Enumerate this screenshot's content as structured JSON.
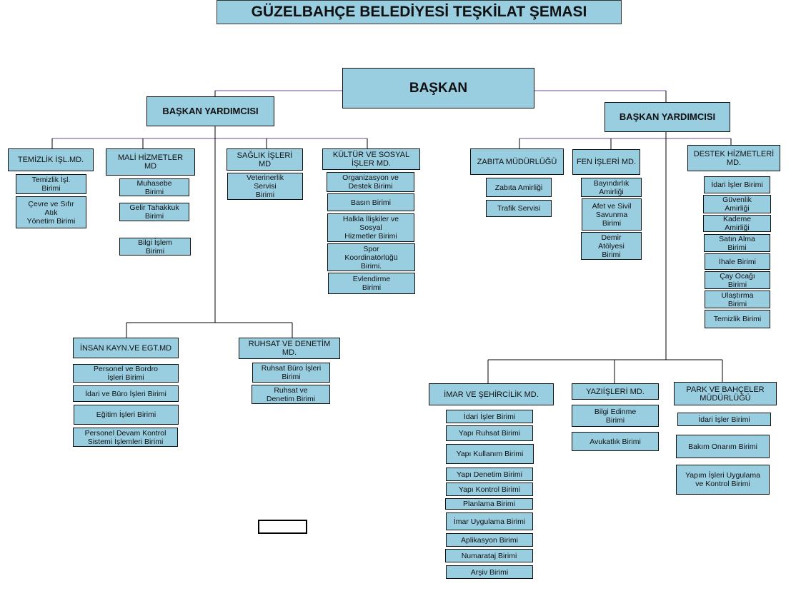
{
  "title": "GÜZELBAHÇE BELEDİYESİ TEŞKİLAT ŞEMASI",
  "president": "BAŞKAN",
  "left": {
    "vp": "BAŞKAN  YARDIMCISI",
    "temizlik": {
      "title": "TEMİZLİK  İŞL.MD.",
      "units": [
        "Temizlik  İşl.\nBirimi",
        "Çevre ve Sıfır\nAtık\nYönetim Birimi"
      ]
    },
    "mali": {
      "title": "MALİ HİZMETLER\nMD",
      "units": [
        "Muhasebe\nBirimi",
        "Gelir Tahakkuk\nBirimi",
        "Bilgi İşlem\nBirimi"
      ]
    },
    "saglik": {
      "title": "SAĞLIK İŞLERİ\nMD",
      "units": [
        "Veterinerlik\nServisi\nBirimi"
      ]
    },
    "kultur": {
      "title": "KÜLTÜR  VE SOSYAL\nİŞLER  MD.",
      "units": [
        "Organizasyon ve\nDestek Birimi",
        "Basın Birimi",
        "Halkla  İlişkiler  ve\nSosyal\nHizmetler Birimi",
        "Spor\nKoordinatörlüğü\nBirimi.",
        "Evlendirme\nBirimi"
      ]
    },
    "insan": {
      "title": "İNSAN  KAYN.VE EGT.MD",
      "units": [
        "Personel ve Bordro\nİşleri Birimi",
        "İdari  ve Büro İşleri  Birimi",
        "Eğitim  İşleri Birimi",
        "Personel Devam  Kontrol\nSistemi  İşlemleri  Birimi"
      ]
    },
    "ruhsat": {
      "title": "RUHSAT  VE DENETİM\nMD.",
      "units": [
        "Ruhsat Büro İşleri\nBirimi",
        "Ruhsat ve\nDenetim  Birimi"
      ]
    }
  },
  "right": {
    "vp": "BAŞKAN  YARDIMCISI",
    "zabita": {
      "title": "ZABITA MÜDÜRLÜĞÜ",
      "units": [
        "Zabıta Amirliği",
        "Trafik Servisi"
      ]
    },
    "fen": {
      "title": "FEN  İŞLERİ  MD.",
      "units": [
        "Bayındırlık\nAmirliği",
        "Afet ve Sivil\nSavunma\nBirimi",
        "Demir\nAtölyesi\nBirimi"
      ]
    },
    "destek": {
      "title": "DESTEK  HİZMETLERİ\nMD.",
      "units": [
        "İdari İşler Birimi",
        "Güvenlik\nAmirliği",
        "Kademe\nAmirliği",
        "Satın Alma\nBirimi",
        "İhale Birimi",
        "Çay Ocağı\nBirimi",
        "Ulaştırma\nBirimi",
        "Temizlik  Birimi"
      ]
    },
    "imar": {
      "title": "İMAR  VE ŞEHİRCİLİK   MD.",
      "units": [
        "İdari İşler Birimi",
        "Yapı Ruhsat Birimi",
        "Yapı Kullanım  Birimi",
        "Yapı Denetim  Birimi",
        "Yapı Kontrol Birimi",
        "Planlama  Birimi",
        "İmar  Uygulama  Birimi",
        "Aplikasyon Birimi",
        "Numarataj Birimi",
        "Arşiv Birimi"
      ]
    },
    "yazi": {
      "title": "YAZIİŞLERİ  MD.",
      "units": [
        "Bilgi Edinme\nBirimi",
        "Avukatlık Birimi"
      ]
    },
    "park": {
      "title": "PARK  VE BAHÇELER\nMÜDÜRLÜĞÜ",
      "units": [
        "İdari  İşler Birimi",
        "Bakım  Onarım  Birimi",
        "Yapım İşleri Uygulama\nve Kontrol Birimi"
      ]
    }
  },
  "colors": {
    "box": "#99cde0",
    "connector": "#6a4c93",
    "line": "#000000"
  }
}
